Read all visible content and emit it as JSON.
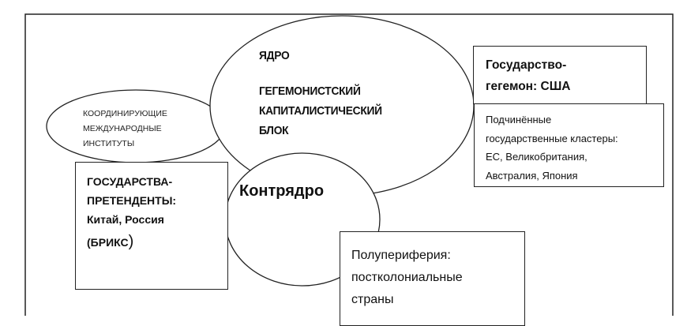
{
  "core": {
    "title": "ЯДРО",
    "lines": [
      "ГЕГЕМОНИСТСКИЙ",
      "КАПИТАЛИСТИЧЕСКИЙ",
      "БЛОК"
    ]
  },
  "institutes": {
    "lines": [
      "КООРДИНИРУЮЩИЕ",
      "МЕЖДУНАРОДНЫЕ",
      "ИНСТИТУТЫ"
    ]
  },
  "counter_core": {
    "label": "Контрядро"
  },
  "hegemon": {
    "lines": [
      "Государство-",
      "гегемон: США"
    ]
  },
  "subordinate": {
    "lines": [
      "Подчинённые",
      "государственные кластеры:",
      "ЕС, Великобритания,",
      "Австралия, Япония"
    ]
  },
  "contenders": {
    "lines": [
      "ГОСУДАРСТВА-",
      "ПРЕТЕНДЕНТЫ:",
      "Китай, Россия",
      "(БРИКС",
      ")"
    ]
  },
  "semi_periphery": {
    "lines": [
      "Полупериферия:",
      "постколониальные",
      "страны"
    ]
  }
}
